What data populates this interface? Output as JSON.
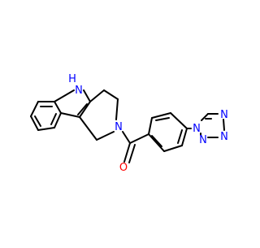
{
  "molecule": {
    "atom_labels": {
      "indole_nh": "H",
      "indole_n": "N",
      "amide_n": "N",
      "carbonyl_o": "O",
      "tetrazole_n1": "N",
      "tetrazole_n2": "N",
      "tetrazole_n3": "N",
      "tetrazole_n4": "N"
    }
  },
  "colors": {
    "bond": "#000000",
    "nitrogen": "#0000ff",
    "oxygen": "#ff0000"
  }
}
